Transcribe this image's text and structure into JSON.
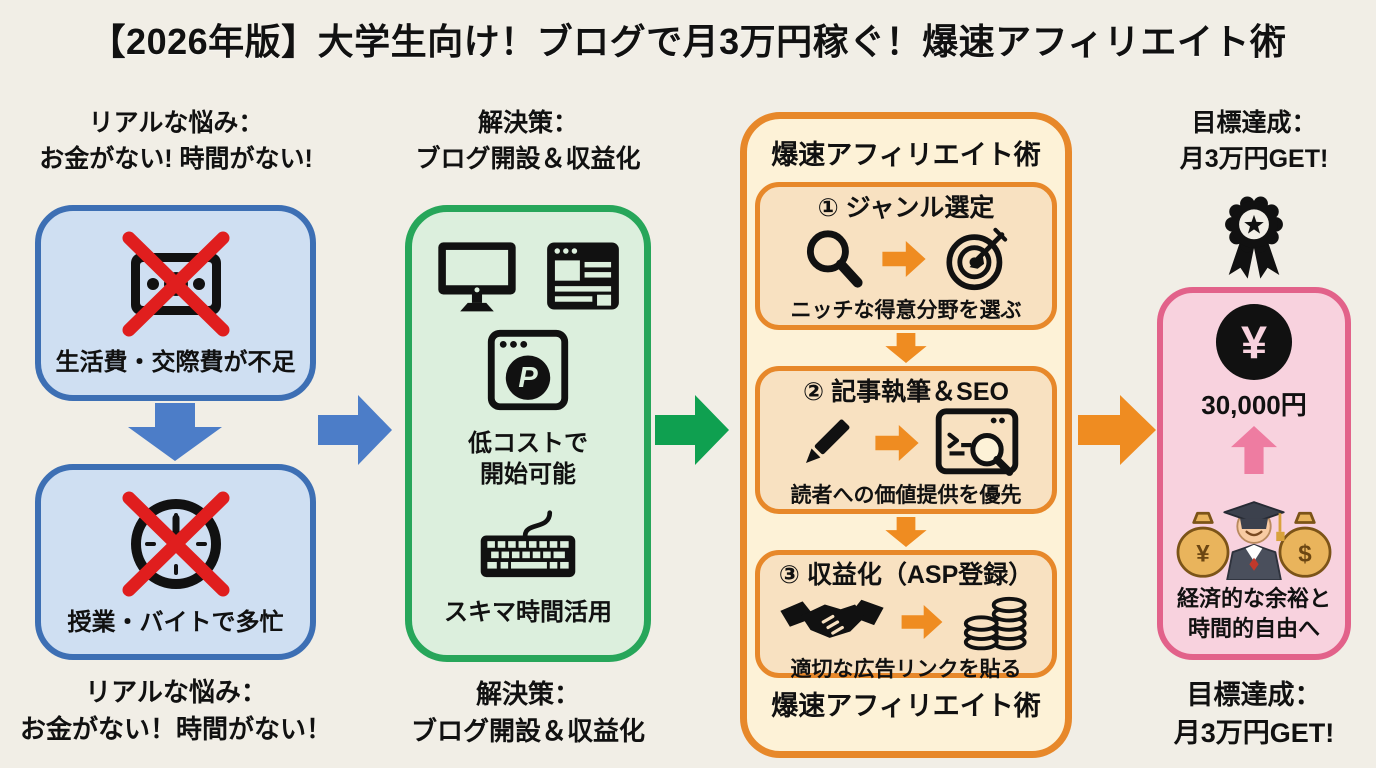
{
  "title": "【2026年版】大学生向け！ブログで月3万円稼ぐ！爆速アフィリエイト術",
  "colors": {
    "background": "#f1eee6",
    "problem_fill": "#cfdff2",
    "problem_border": "#3d6fb4",
    "problem_arrow": "#4c7dc8",
    "solution_fill": "#dcefdd",
    "solution_border": "#27a65a",
    "solution_arrow": "#0fa050",
    "method_fill": "#fdf2d7",
    "method_step_fill": "#f8e1c1",
    "method_border": "#e7882a",
    "method_arrow": "#ef8c21",
    "goal_fill": "#f8d2de",
    "goal_border": "#e2628a",
    "goal_arrow": "#ee7ca1",
    "cross_red": "#e01e1e",
    "icon_black": "#111111"
  },
  "icons": {
    "problem_box1": "banknote-crossed-icon",
    "problem_box2": "clock-crossed-icon",
    "solution_top": [
      "monitor-icon",
      "blog-page-icon"
    ],
    "solution_mid": "browser-p-logo-icon",
    "solution_bottom": "keyboard-icon",
    "step1": [
      "magnifier-icon",
      "arrow-right-icon",
      "target-icon"
    ],
    "step2": [
      "pencil-icon",
      "arrow-right-icon",
      "seo-browser-icon"
    ],
    "step3": [
      "handshake-icon",
      "arrow-right-icon",
      "coin-stacks-icon"
    ],
    "goal": [
      "medal-icon",
      "yen-coin-icon",
      "up-arrow-icon",
      "graduate-with-money-bags-icon"
    ],
    "p_logo_letter": "P"
  },
  "problem": {
    "header_line1": "リアルな悩み：",
    "header_line2": "お金がない! 時間がない!",
    "box1_label": "生活費・交際費が不足",
    "box2_label": "授業・バイトで多忙",
    "caption_line1": "リアルな悩み：",
    "caption_line2": "お金がない！時間がない！"
  },
  "solution": {
    "header_line1": "解決策：",
    "header_line2": "ブログ開設＆収益化",
    "item1_line1": "低コストで",
    "item1_line2": "開始可能",
    "item2": "スキマ時間活用",
    "caption_line1": "解決策：",
    "caption_line2": "ブログ開設＆収益化"
  },
  "method": {
    "header": "爆速アフィリエイト術",
    "steps": [
      {
        "title": "① ジャンル選定",
        "caption": "ニッチな得意分野を選ぶ"
      },
      {
        "title": "② 記事執筆＆SEO",
        "caption": "読者への価値提供を優先"
      },
      {
        "title": "③ 収益化（ASP登録）",
        "caption": "適切な広告リンクを貼る"
      }
    ],
    "footer": "爆速アフィリエイト術"
  },
  "goal": {
    "header_line1": "目標達成：",
    "header_line2": "月3万円GET!",
    "coin_symbol": "¥",
    "amount": "30,000円",
    "bag_left_symbol": "¥",
    "bag_right_symbol": "$",
    "benefit_line1": "経済的な余裕と",
    "benefit_line2": "時間的自由へ",
    "caption_line1": "目標達成：",
    "caption_line2": "月3万円GET!"
  }
}
